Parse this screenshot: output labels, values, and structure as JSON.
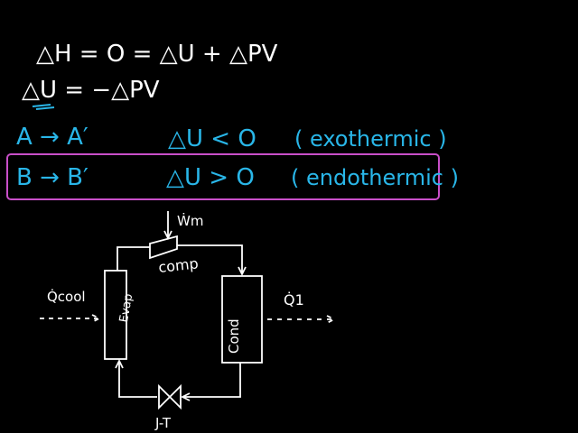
{
  "colors": {
    "background": "#000000",
    "ink_white": "#ffffff",
    "ink_cyan": "#29b6e8",
    "ink_magenta": "#c84fc8"
  },
  "equations": {
    "line1": "△H = O = △U + △PV",
    "line2": "△U = −△PV"
  },
  "processes": [
    {
      "path": "A → A′",
      "condition": "△U < O",
      "label": "( exothermic )"
    },
    {
      "path": "B → B′",
      "condition": "△U > O",
      "label": "( endothermic )"
    }
  ],
  "cycle": {
    "work_label": "Ẇm",
    "compressor_label": "comp",
    "evaporator_label": "Evap",
    "condenser_label": "Cond",
    "valve_label": "J-T",
    "heat_in_label": "Q̇cool",
    "heat_out_label": "Q̇1"
  }
}
